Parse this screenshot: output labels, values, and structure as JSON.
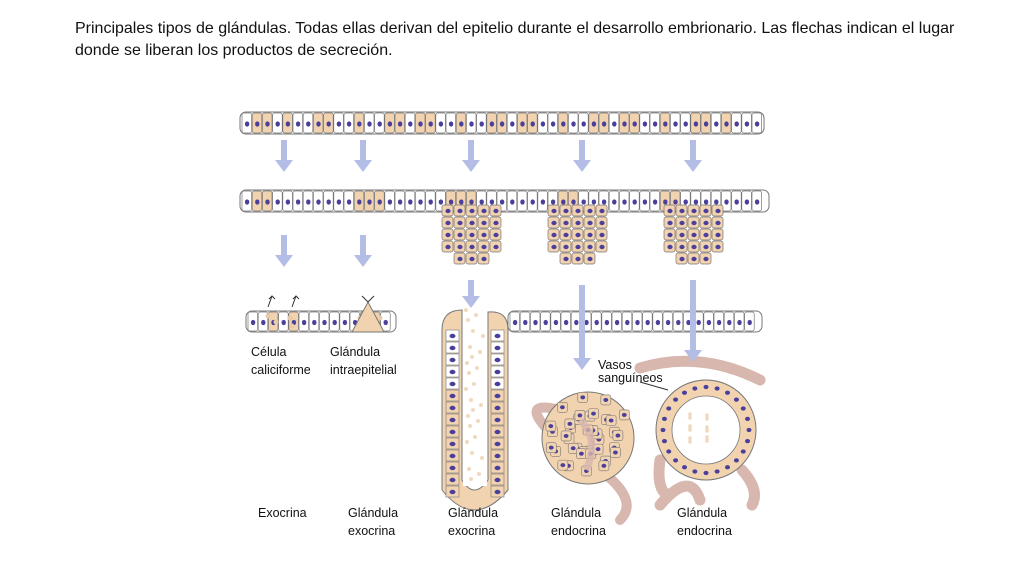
{
  "caption": "Principales tipos de glándulas. Todas ellas derivan del epitelio durante el desarrollo embrionario. Las flechas indican el lugar donde se liberan los productos de secreción.",
  "labels": {
    "celula_caliciforme": [
      "Célula",
      "caliciforme"
    ],
    "glandula_intraepitelial": [
      "Glándula",
      "intraepitelial"
    ],
    "vasos_sanguineos": [
      "Vasos",
      "sanguíneos"
    ],
    "exocrina_bottom": [
      "Exocrina"
    ],
    "glandula_exocrina_1": [
      "Glándula",
      "exocrina"
    ],
    "glandula_exocrina_2": [
      "Glándula",
      "exocrina"
    ],
    "glandula_endocrina_1": [
      "Glándula",
      "endocrina"
    ],
    "glandula_endocrina_2": [
      "Glándula",
      "endocrina"
    ]
  },
  "colors": {
    "cell_plain": "#ffffff",
    "cell_tan": "#f2d3b0",
    "cell_border": "#777777",
    "nucleus": "#4a3f9a",
    "arrow": "#b4bde6",
    "vessel": "#d7b7ae",
    "secretion": "#f0d9bf"
  }
}
